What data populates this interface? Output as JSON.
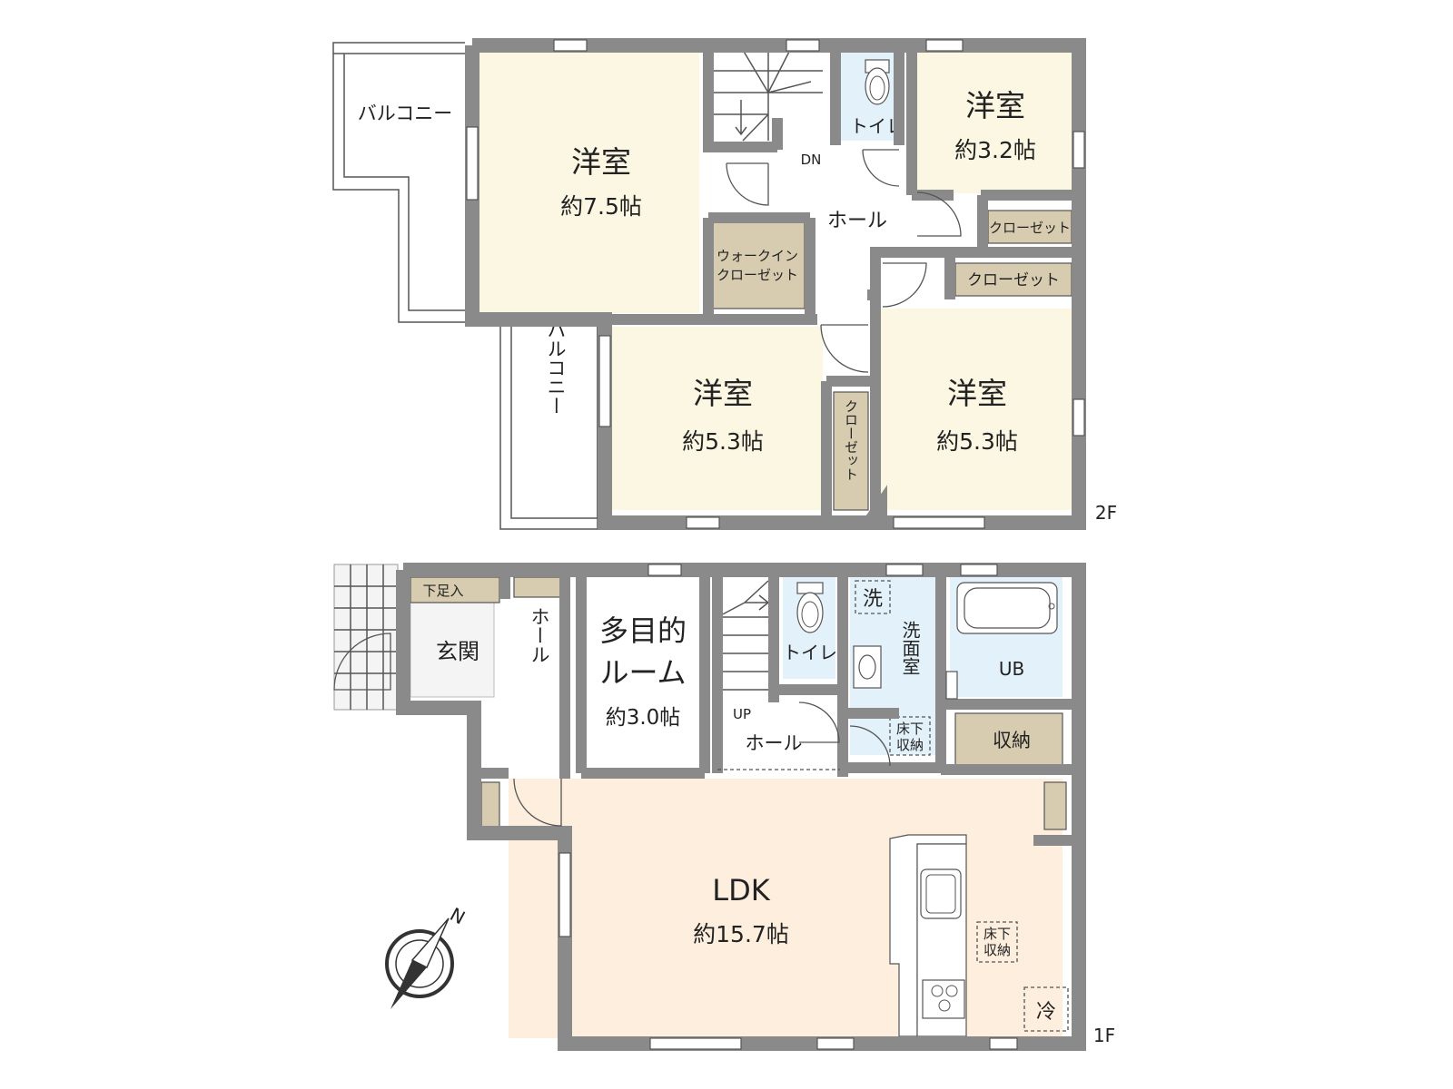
{
  "floor2": {
    "label": "2F",
    "balcony_upper": "バルコニー",
    "balcony_lower": "バルコニー",
    "room_large": {
      "name": "洋室",
      "size": "約7.5帖"
    },
    "walk_in_closet": [
      "ウォークイン",
      "クローゼット"
    ],
    "room_small": {
      "name": "洋室",
      "size": "約3.2帖"
    },
    "room_mid_left": {
      "name": "洋室",
      "size": "約5.3帖"
    },
    "room_mid_right": {
      "name": "洋室",
      "size": "約5.3帖"
    },
    "toilet": "トイレ",
    "hall": "ホール",
    "stairs_dn": "DN",
    "closet_a": "クローゼット",
    "closet_b": "クローゼット",
    "closet_vertical": "クローゼット"
  },
  "floor1": {
    "label": "1F",
    "shoe_storage": "下足入",
    "entrance": "玄関",
    "hall_vertical": "ホール",
    "multi_room": {
      "name_line1": "多目的",
      "name_line2": "ルーム",
      "size": "約3.0帖"
    },
    "stairs_up": "UP",
    "hall": "ホール",
    "toilet": "トイレ",
    "washing_machine": "洗",
    "washroom": "洗面室",
    "underfloor_storage_wash": [
      "床下",
      "収納"
    ],
    "bath": "UB",
    "storage": "収納",
    "ldk": {
      "name": "LDK",
      "size": "約15.7帖"
    },
    "underfloor_storage_kitchen": [
      "床下",
      "収納"
    ],
    "fridge": "冷"
  },
  "compass": {
    "north": "N"
  }
}
